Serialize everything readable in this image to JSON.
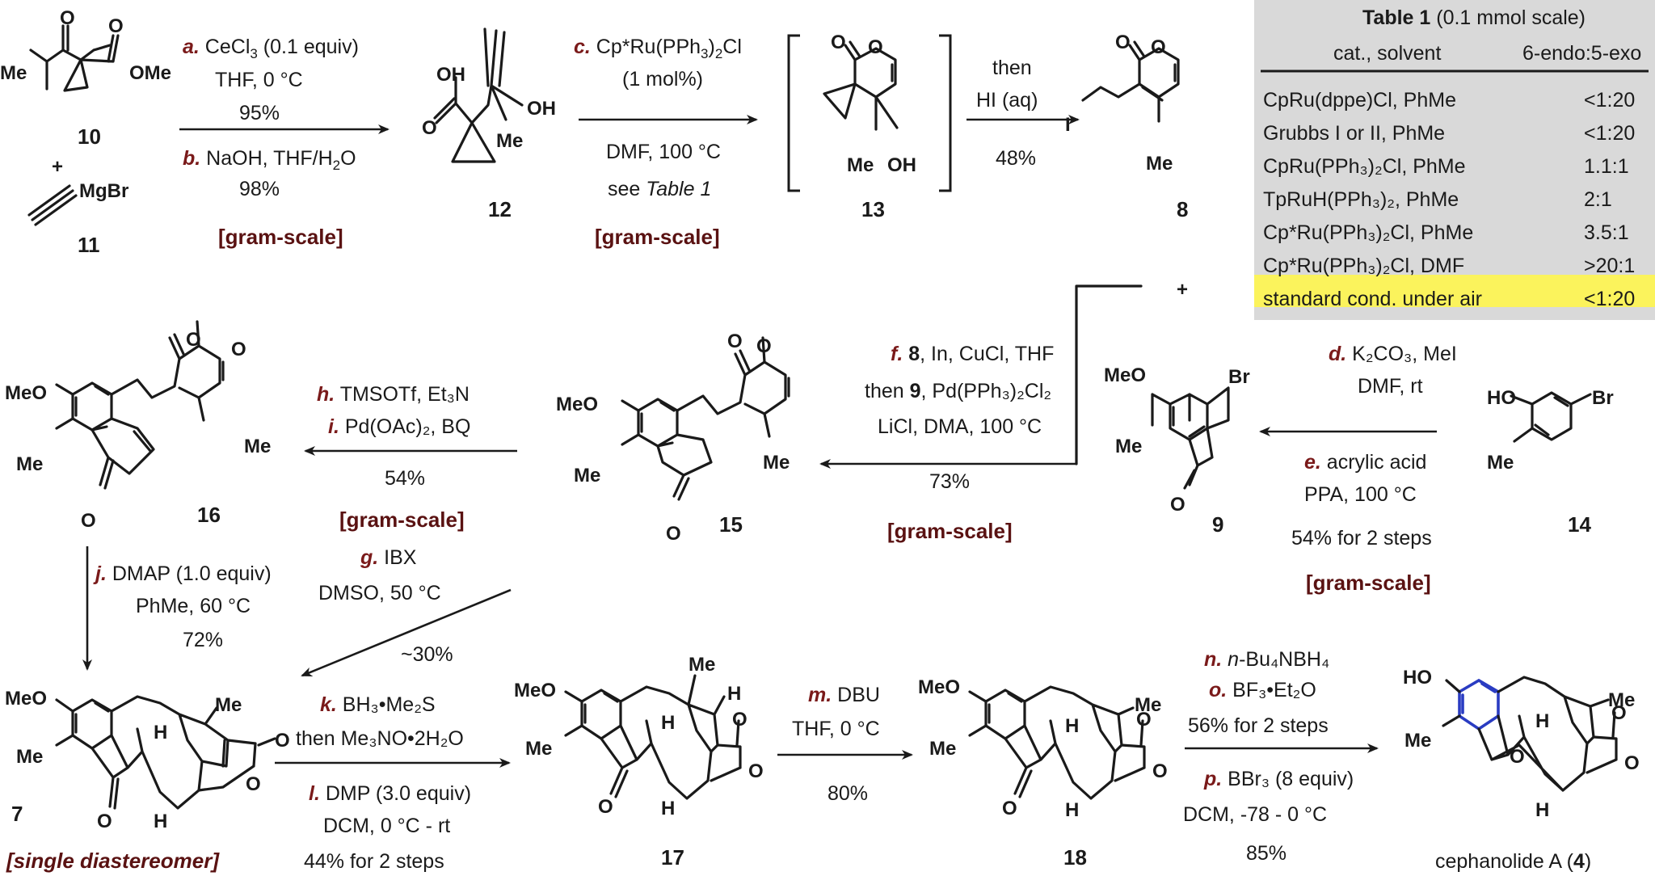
{
  "compounds": {
    "c10": "10",
    "c11": "11",
    "c12": "12",
    "c13": "13",
    "c8": "8",
    "c16": "16",
    "c15": "15",
    "c9": "9",
    "c14": "14",
    "c7": "7",
    "c17": "17",
    "c18": "18",
    "c4_name": "cephanolide A (",
    "c4_num": "4",
    "c4_close": ")"
  },
  "atoms": {
    "Me": "Me",
    "OMe": "OMe",
    "MeO": "MeO",
    "O": "O",
    "OH": "OH",
    "HO": "HO",
    "H": "H",
    "I": "I",
    "Br": "Br",
    "MgBr": "MgBr",
    "plus": "+"
  },
  "step_a": {
    "label": "a.",
    "reagent": " CeCl",
    "sub": "3",
    "rest": " (0.1 equiv)",
    "cond": "THF, 0 °C",
    "yield": "95%"
  },
  "step_b": {
    "label": "b.",
    "reagent": " NaOH, THF/H",
    "sub": "2",
    "rest": "O",
    "yield": "98%"
  },
  "gram_scale": "[gram-scale]",
  "step_c": {
    "label": "c.",
    "reagent": " Cp*Ru(PPh",
    "sub": "3",
    "rest": ")",
    "sub2": "2",
    "rest2": "Cl",
    "load": "(1 mol%)",
    "cond": "DMF, 100 °C",
    "see": "see ",
    "table_ref": "Table 1"
  },
  "then_hi": {
    "then": "then",
    "hi": "HI (aq)",
    "yield": "48%"
  },
  "table": {
    "title_bold": "Table 1",
    "title_rest": " (0.1 mmol scale)",
    "col1": "cat., solvent",
    "col2": "6-endo:5-exo",
    "rows": [
      {
        "cat": "CpRu(dppe)Cl, PhMe",
        "ratio": "<1:20"
      },
      {
        "cat": "Grubbs I or II, PhMe",
        "ratio": "<1:20"
      },
      {
        "cat": "CpRu(PPh₃)₂Cl, PhMe",
        "ratio": "1.1:1"
      },
      {
        "cat": "TpRuH(PPh₃)₂, PhMe",
        "ratio": "2:1"
      },
      {
        "cat": "Cp*Ru(PPh₃)₂Cl, PhMe",
        "ratio": "3.5:1"
      },
      {
        "cat": "Cp*Ru(PPh₃)₂Cl, DMF",
        "ratio": ">20:1"
      },
      {
        "cat": "standard cond. under air",
        "ratio": "<1:20"
      }
    ],
    "highlight_color": "#fbf35c",
    "bg_color": "#d9d9d9"
  },
  "step_f": {
    "label": "f.",
    "l1a": " 8",
    "l1b": ", In, CuCl, THF",
    "l2a": "then ",
    "l2b": "9",
    "l2c": ", Pd(PPh₃)₂Cl₂",
    "l3": "LiCl, DMA, 100 °C",
    "yield": "73%"
  },
  "step_d": {
    "label": "d.",
    "reagent": " K₂CO₃, MeI",
    "cond": "DMF, rt"
  },
  "step_e": {
    "label": "e.",
    "reagent": " acrylic acid",
    "cond": "PPA, 100 °C",
    "yield": "54% for 2 steps"
  },
  "step_h": {
    "label": "h.",
    "reagent": " TMSOTf, Et₃N"
  },
  "step_i": {
    "label": "i.",
    "reagent": " Pd(OAc)₂, BQ",
    "yield": "54%"
  },
  "step_g": {
    "label": "g.",
    "reagent": " IBX",
    "cond": "DMSO, 50 °C",
    "yield": "~30%"
  },
  "step_j": {
    "label": "j.",
    "reagent": " DMAP (1.0 equiv)",
    "cond": "PhMe, 60 °C",
    "yield": "72%"
  },
  "single_diastereomer": "[single diastereomer]",
  "step_k": {
    "label": "k.",
    "reagent": " BH₃•Me₂S",
    "then": "then Me₃NO•2H₂O"
  },
  "step_l": {
    "label": "l.",
    "reagent": " DMP (3.0 equiv)",
    "cond": "DCM, 0 °C - rt",
    "yield": "44% for 2 steps"
  },
  "step_m": {
    "label": "m.",
    "reagent": " DBU",
    "cond": "THF, 0 °C",
    "yield": "80%"
  },
  "step_n": {
    "label": "n.",
    "reagent_it": " n",
    "reagent": "-Bu₄NBH₄"
  },
  "step_o": {
    "label": "o.",
    "reagent": " BF₃•Et₂O",
    "yield": "56% for 2 steps"
  },
  "step_p": {
    "label": "p.",
    "reagent": " BBr₃ (8 equiv)",
    "cond": "DCM, -78 - 0 °C",
    "yield": "85%"
  },
  "colors": {
    "label": "#7a1a1a",
    "gram": "#5a1212",
    "aromatic_highlight": "#2a3cc2"
  }
}
